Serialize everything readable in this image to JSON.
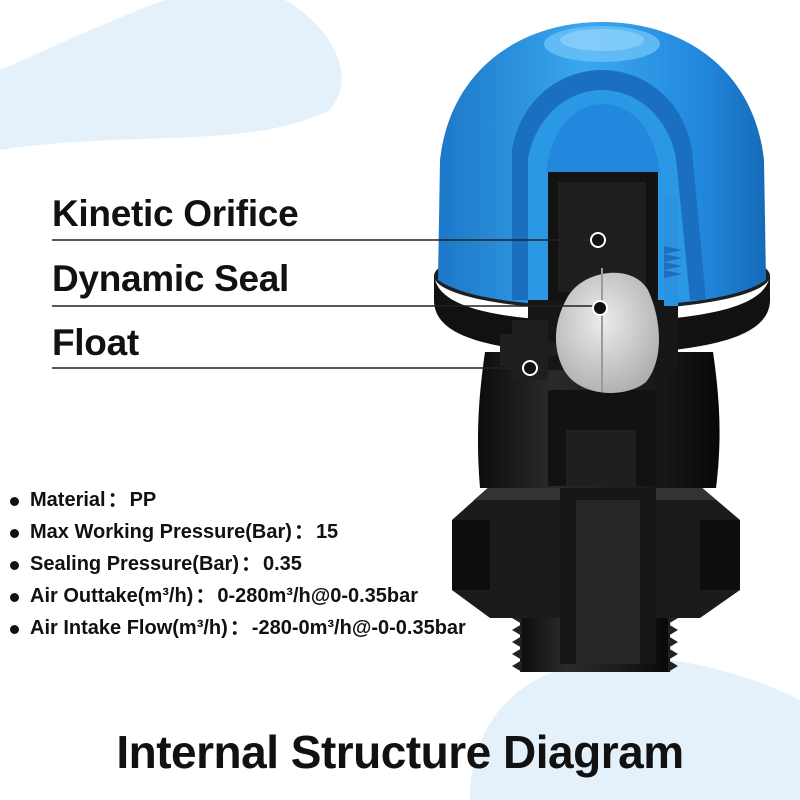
{
  "callouts": [
    {
      "id": "kinetic-orifice",
      "label": "Kinetic Orifice"
    },
    {
      "id": "dynamic-seal",
      "label": "Dynamic Seal"
    },
    {
      "id": "float",
      "label": "Float"
    }
  ],
  "specs": [
    {
      "name": "Material",
      "separator": "：",
      "value": "PP"
    },
    {
      "name": "Max Working Pressure(Bar)",
      "separator": "：",
      "value": "15"
    },
    {
      "name": "Sealing Pressure(Bar)",
      "separator": "：",
      "value": "0.35"
    },
    {
      "name": "Air Outtake(m³/h)",
      "separator": "：",
      "value": "0-280m³/h@0-0.35bar"
    },
    {
      "name": "Air Intake Flow(m³/h)",
      "separator": "：",
      "value": "-280-0m³/h@-0-0.35bar"
    }
  ],
  "title": "Internal Structure Diagram",
  "colors": {
    "cap_blue": "#2a93e0",
    "cap_blue_light": "#6cc2f7",
    "body_black": "#141414",
    "body_dark": "#262626",
    "seal_gray": "#cfcfcf",
    "blob_blue": "#e4f1fb",
    "text": "#111111"
  }
}
